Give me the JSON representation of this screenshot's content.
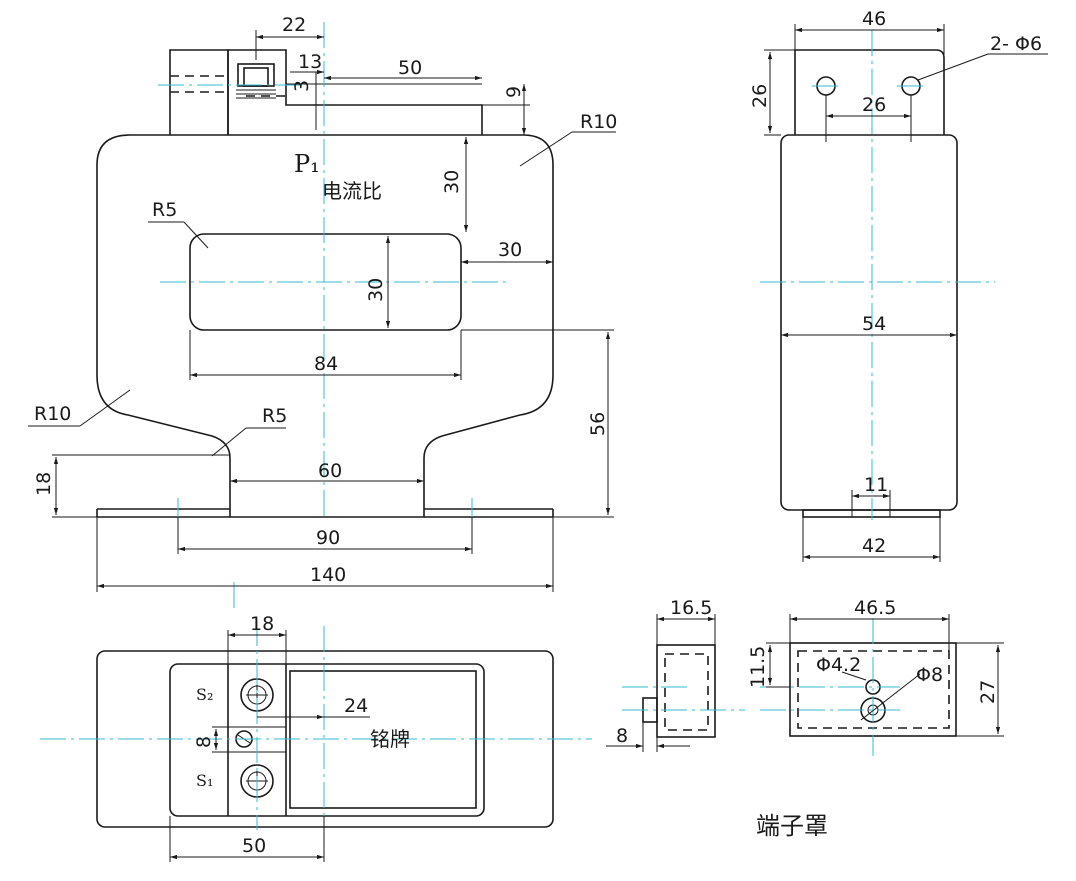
{
  "front_view": {
    "label_p1": "P₁",
    "nameplate_ratio": "电流比",
    "dims": {
      "d22": "22",
      "d13": "13",
      "d3": "3",
      "d50_top": "50",
      "d9": "9",
      "d30_vert": "30",
      "d30_window": "30",
      "d30_side": "30",
      "d84": "84",
      "d56": "56",
      "d18": "18",
      "d60": "60",
      "d90": "90",
      "d140": "140"
    },
    "radii": {
      "r10_top": "R10",
      "r5_window": "R5",
      "r10_bottom": "R10",
      "r5_leg": "R5"
    }
  },
  "side_view": {
    "dims": {
      "d46": "46",
      "d26_h": "26",
      "d26_holes": "26",
      "hole_spec": "2- Φ6",
      "d54": "54",
      "d11": "11",
      "d42": "42"
    }
  },
  "top_view": {
    "dims": {
      "d18": "18",
      "d24": "24",
      "d8": "8",
      "d50": "50"
    },
    "terminal_s2": "S₂",
    "terminal_s1": "S₁",
    "nameplate": "铭牌"
  },
  "cover_side": {
    "dims": {
      "d16_5": "16.5",
      "d8": "8"
    }
  },
  "cover_front": {
    "dims": {
      "d46_5": "46.5",
      "d11_5": "11.5",
      "phi4_2": "Φ4.2",
      "phi8": "Φ8",
      "d27": "27"
    }
  },
  "cover_caption": "端子罩"
}
